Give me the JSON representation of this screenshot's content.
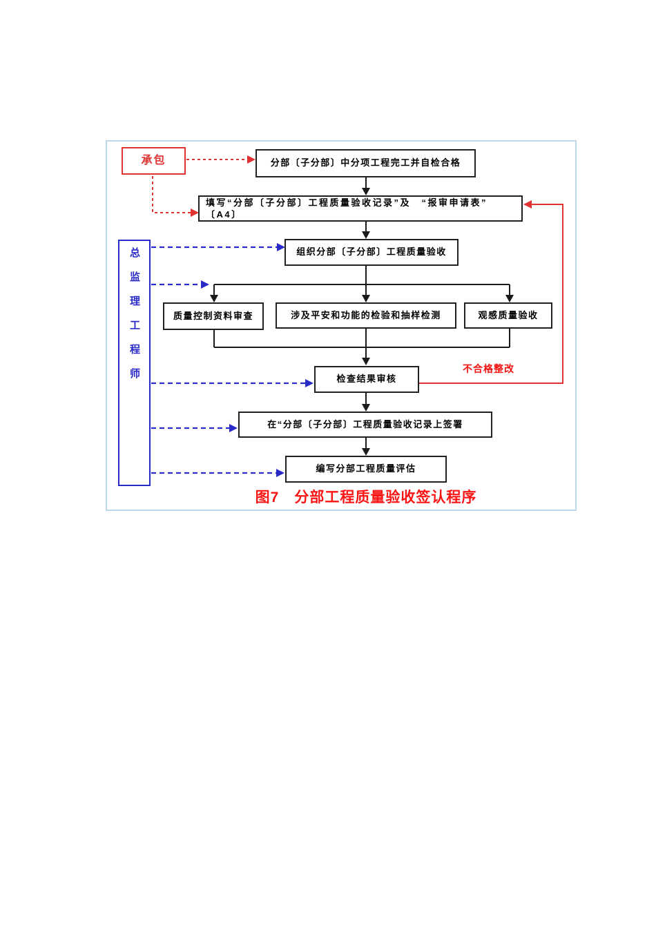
{
  "flowchart": {
    "contractor_label": "承包",
    "supervisor_label": "总监理工程师",
    "steps": {
      "self_check": "分部〔子分部〕中分项工程完工并自检合格",
      "fill_record_line1": "填写“分部〔子分部〕工程质量验收记录”及　“报审申请表”",
      "fill_record_line2": "〔A4〕",
      "organize": "组织分部〔子分部〕工程质量验收",
      "doc_review": "质量控制资料审查",
      "safety_inspection": "涉及平安和功能的检验和抽样检测",
      "visual_acceptance": "观感质量验收",
      "result_review": "检查结果审核",
      "sign_record": "在“分部〔子分部〕工程质量验收记录上签署",
      "write_evaluation": "编写分部工程质量评估"
    },
    "feedback_label": "不合格整改",
    "caption": "图7　分部工程质量验收签认程序"
  },
  "colors": {
    "contractor_red": "#e03233",
    "supervisor_blue": "#2a2ac8",
    "flow_line_black": "#1a1a1a",
    "caption_red": "#fb1414",
    "panel_border_blue": "#bcd9ec"
  }
}
